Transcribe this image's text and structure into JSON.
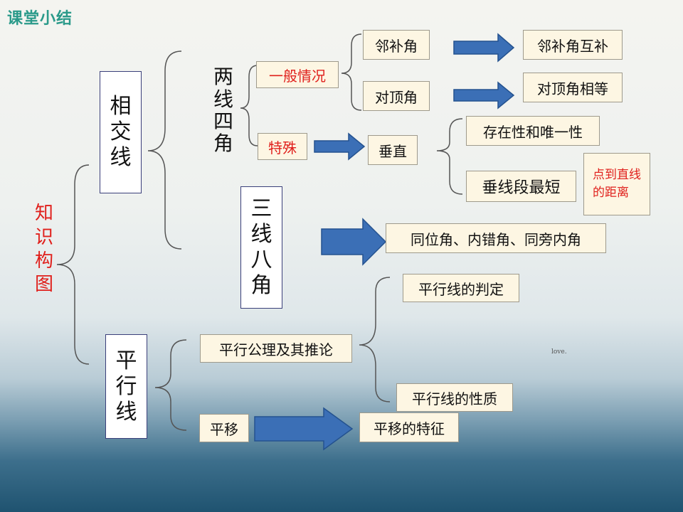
{
  "header": {
    "title": "课堂小结"
  },
  "root": {
    "label": "知识构图"
  },
  "watermark": "love.",
  "nodes": {
    "xiangjiaoxian": "相交线",
    "liangxian_sijiao": "两线四角",
    "sanxian_bajiao": "三线八角",
    "pingxingxian": "平行线",
    "yiban_qingkuang": "一般情况",
    "teshu": "特殊",
    "linbujiao": "邻补角",
    "duidingjiao": "对顶角",
    "linbujiao_huubu": "邻补角互补",
    "duidingjiao_xiangdeng": "对顶角相等",
    "chuizhi": "垂直",
    "cunzai_weiyi": "存在性和唯一性",
    "chuixianduan_zuiduan": "垂线段最短",
    "dian_dao_zhixian": "点到直线的距离",
    "tongweijiao": "同位角、内错角、同旁内角",
    "pingxing_gongli": "平行公理及其推论",
    "pingxing_panding": "平行线的判定",
    "pingxing_xingzhi": "平行线的性质",
    "pingyi": "平移",
    "pingyi_tezheng": "平移的特征"
  },
  "colors": {
    "title": "#2a9a8a",
    "accent_red": "#e0201c",
    "arrow_fill": "#3b6fb6",
    "arrow_stroke": "#24528f",
    "box_cream": "#fdf6e3",
    "brace": "#555555"
  }
}
